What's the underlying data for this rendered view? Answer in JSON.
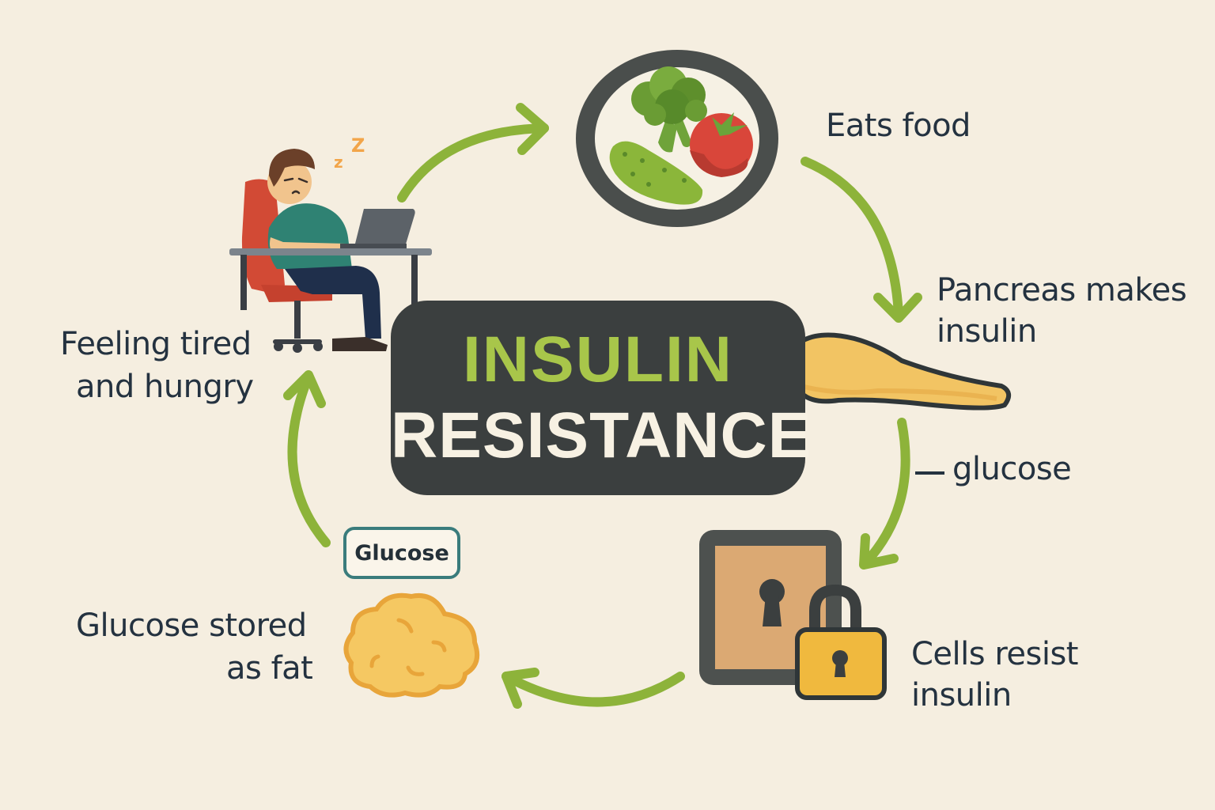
{
  "title": {
    "line1": "INSULIN",
    "line2": "RESISTANCE"
  },
  "steps": [
    {
      "id": "eats-food",
      "label": "Eats food",
      "icon": "plate-of-vegetables-icon"
    },
    {
      "id": "pancreas",
      "label_line1": "Pancreas makes",
      "label_line2": "insulin",
      "icon": "pancreas-icon"
    },
    {
      "id": "glucose",
      "label": "— glucose"
    },
    {
      "id": "cells-resist",
      "label_line1": "Cells resist",
      "label_line2": "insulin",
      "icon": "locked-cell-icon"
    },
    {
      "id": "stored-fat",
      "label_line1": "Glucose stored",
      "label_line2": "as fat",
      "tag": "Glucose",
      "icon": "fat-blob-icon"
    },
    {
      "id": "tired",
      "label_line1": "Feeling tired",
      "label_line2": "and hungry",
      "icon": "tired-person-at-desk-icon",
      "sleep_text": "z Z"
    }
  ],
  "colors": {
    "background": "#f5eee0",
    "arrow": "#8db33a",
    "box": "#3b3f3f",
    "title_accent": "#a8c64a",
    "title_light": "#f7f1e3",
    "text": "#243240",
    "pancreas": "#f2c463",
    "fat": "#f5c862",
    "lock": "#f0b93e",
    "door": "#dba973",
    "tomato": "#d9463a",
    "tag_border": "#3a7c7c"
  }
}
